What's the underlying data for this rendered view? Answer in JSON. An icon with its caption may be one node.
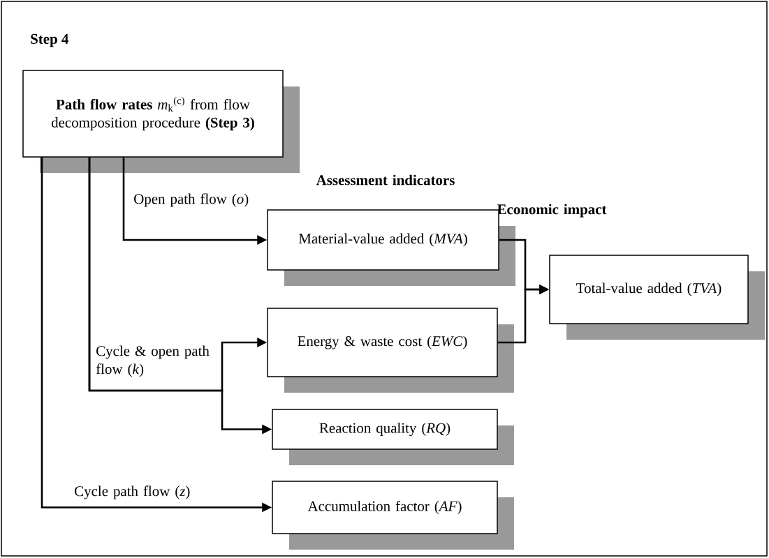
{
  "diagram": {
    "title": "Step 4",
    "nodes": [
      {
        "text": [
          "**Path flow rates** *m*$_{k}$$^{(c)}$ from flow decomposition procedure **(Step 3)**"
        ]
      },
      {
        "text": [
          "Material-value added (*MVA*)"
        ]
      },
      {
        "text": [
          "Total-value added (*TVA*)"
        ]
      },
      {
        "text": [
          "Energy & waste cost (*EWC*)"
        ]
      },
      {
        "text": [
          "Reaction quality (*RQ*)"
        ]
      },
      {
        "text": [
          "Accumulation factor (*AF*)"
        ]
      }
    ],
    "edges": [
      {
        "from": 0,
        "to": 1,
        "arrow": "to",
        "label": "Open path flow (*o*)"
      },
      {
        "from": 0,
        "to": 3,
        "arrow": "to",
        "label": "Cycle & open path flow (*k*)"
      },
      {
        "from": 0,
        "to": 4,
        "arrow": "to"
      },
      {
        "from": 0,
        "to": 5,
        "arrow": "to",
        "label": "Cycle path flow (*z*)"
      },
      {
        "from": 1,
        "to": 2,
        "arrow": "to"
      },
      {
        "from": 3,
        "to": 2,
        "arrow": "to"
      }
    ],
    "labels": [
      "Assessment indicators",
      "Economic impact"
    ]
  }
}
